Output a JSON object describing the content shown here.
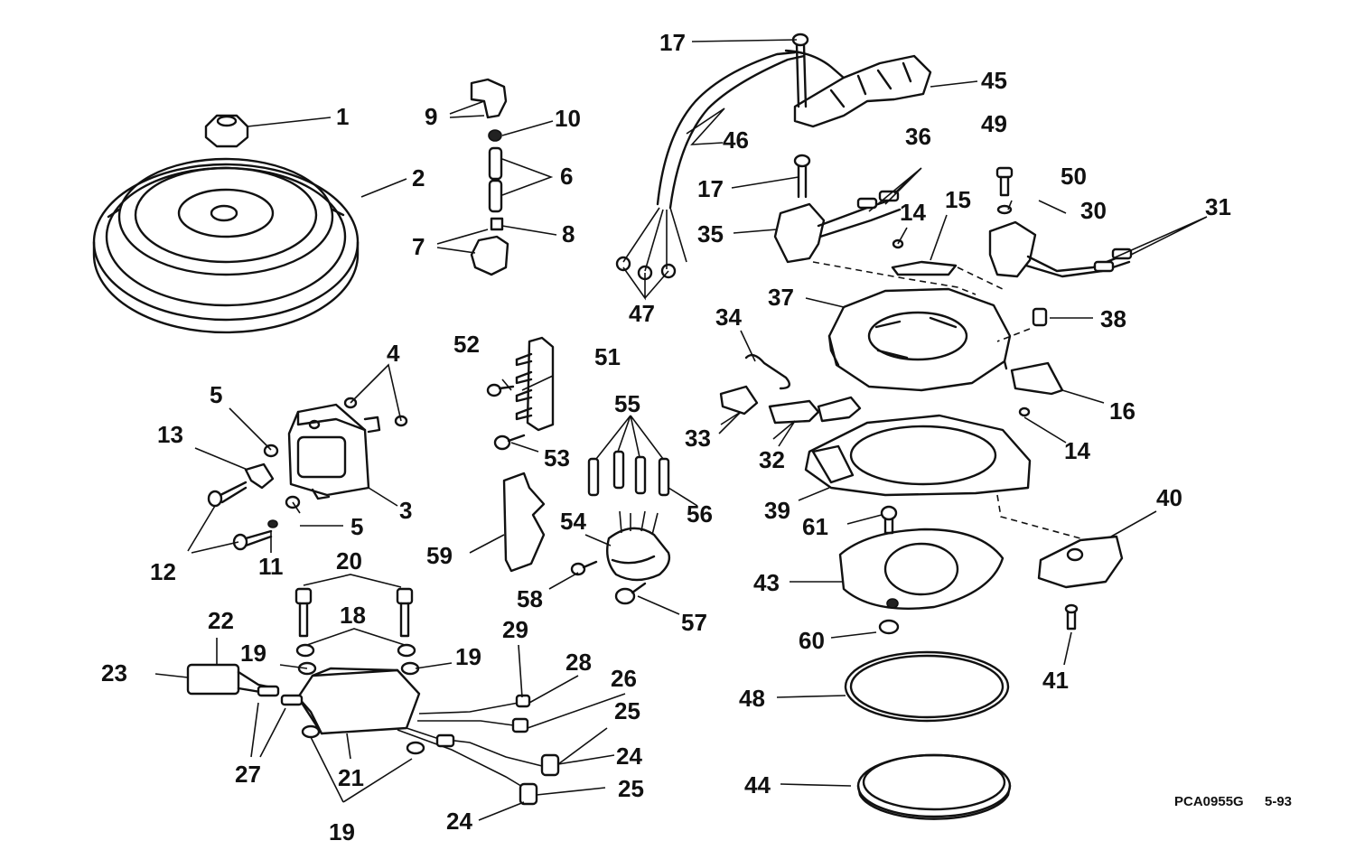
{
  "callouts": [
    {
      "id": "1",
      "label": "1"
    },
    {
      "id": "2",
      "label": "2"
    },
    {
      "id": "3",
      "label": "3"
    },
    {
      "id": "4",
      "label": "4"
    },
    {
      "id": "5a",
      "label": "5"
    },
    {
      "id": "5b",
      "label": "5"
    },
    {
      "id": "6",
      "label": "6"
    },
    {
      "id": "7",
      "label": "7"
    },
    {
      "id": "8",
      "label": "8"
    },
    {
      "id": "9",
      "label": "9"
    },
    {
      "id": "10",
      "label": "10"
    },
    {
      "id": "11",
      "label": "11"
    },
    {
      "id": "12",
      "label": "12"
    },
    {
      "id": "13",
      "label": "13"
    },
    {
      "id": "14a",
      "label": "14"
    },
    {
      "id": "14b",
      "label": "14"
    },
    {
      "id": "15",
      "label": "15"
    },
    {
      "id": "16",
      "label": "16"
    },
    {
      "id": "17a",
      "label": "17"
    },
    {
      "id": "17b",
      "label": "17"
    },
    {
      "id": "18",
      "label": "18"
    },
    {
      "id": "19a",
      "label": "19"
    },
    {
      "id": "19b",
      "label": "19"
    },
    {
      "id": "19c",
      "label": "19"
    },
    {
      "id": "20",
      "label": "20"
    },
    {
      "id": "21",
      "label": "21"
    },
    {
      "id": "22",
      "label": "22"
    },
    {
      "id": "23",
      "label": "23"
    },
    {
      "id": "24a",
      "label": "24"
    },
    {
      "id": "24b",
      "label": "24"
    },
    {
      "id": "25a",
      "label": "25"
    },
    {
      "id": "25b",
      "label": "25"
    },
    {
      "id": "26",
      "label": "26"
    },
    {
      "id": "27",
      "label": "27"
    },
    {
      "id": "28",
      "label": "28"
    },
    {
      "id": "29",
      "label": "29"
    },
    {
      "id": "30",
      "label": "30"
    },
    {
      "id": "31",
      "label": "31"
    },
    {
      "id": "32",
      "label": "32"
    },
    {
      "id": "33",
      "label": "33"
    },
    {
      "id": "34",
      "label": "34"
    },
    {
      "id": "35",
      "label": "35"
    },
    {
      "id": "36",
      "label": "36"
    },
    {
      "id": "37",
      "label": "37"
    },
    {
      "id": "38",
      "label": "38"
    },
    {
      "id": "39",
      "label": "39"
    },
    {
      "id": "40",
      "label": "40"
    },
    {
      "id": "41",
      "label": "41"
    },
    {
      "id": "43",
      "label": "43"
    },
    {
      "id": "44",
      "label": "44"
    },
    {
      "id": "45",
      "label": "45"
    },
    {
      "id": "46",
      "label": "46"
    },
    {
      "id": "47",
      "label": "47"
    },
    {
      "id": "48",
      "label": "48"
    },
    {
      "id": "49",
      "label": "49"
    },
    {
      "id": "50",
      "label": "50"
    },
    {
      "id": "51",
      "label": "51"
    },
    {
      "id": "52",
      "label": "52"
    },
    {
      "id": "53",
      "label": "53"
    },
    {
      "id": "54",
      "label": "54"
    },
    {
      "id": "55",
      "label": "55"
    },
    {
      "id": "56",
      "label": "56"
    },
    {
      "id": "57",
      "label": "57"
    },
    {
      "id": "58",
      "label": "58"
    },
    {
      "id": "59",
      "label": "59"
    },
    {
      "id": "60",
      "label": "60"
    },
    {
      "id": "61",
      "label": "61"
    }
  ],
  "drawing_code": "PCA0955G",
  "drawing_date": "5-93"
}
